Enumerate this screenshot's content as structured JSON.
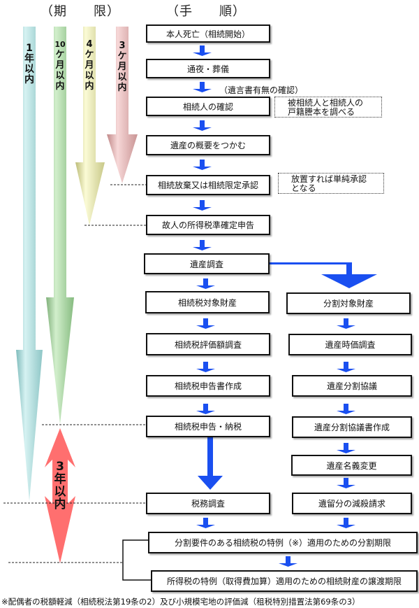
{
  "headers": {
    "period": "（期　　限）",
    "procedure": "（手　　順）"
  },
  "deadlines": [
    {
      "id": "1year",
      "label": [
        "1",
        "年",
        "以",
        "内"
      ],
      "color": "#a9dcdc"
    },
    {
      "id": "10months",
      "label": [
        "10",
        "ケ",
        "月",
        "以",
        "内"
      ],
      "color": "#a8d8a0"
    },
    {
      "id": "4months",
      "label": [
        "4",
        "ケ",
        "月",
        "以",
        "内"
      ],
      "color": "#e6e6a8"
    },
    {
      "id": "3months",
      "label": [
        "3",
        "ケ",
        "月",
        "以",
        "内"
      ],
      "color": "#e6b0b0"
    },
    {
      "id": "3years",
      "label": [
        "3",
        "年",
        "以",
        "内"
      ],
      "color": "#ff6666"
    }
  ],
  "steps": {
    "death": "本人死亡（相続開始）",
    "wake_funeral": "通夜・葬儀",
    "will_check_note": "（遺言書有無の確認）",
    "heir_check": "相続人の確認",
    "heir_check_note": [
      "被相続人と相続人の",
      "戸籍謄本を調べる"
    ],
    "estate_overview": "遺産の概要をつかむ",
    "renounce": "相続放棄又は相続限定承認",
    "renounce_note": [
      "放置すれば単純承認",
      "となる"
    ],
    "income_tax_return": "故人の所得税準確定申告",
    "estate_survey": "遺産調査",
    "taxable_property": "相続税対象財産",
    "valuation_survey": "相続税評価額調査",
    "return_preparation": "相続税申告書作成",
    "filing_payment": "相続税申告・納税",
    "tax_audit": "税務調査",
    "division_property": "分割対象財産",
    "market_value_survey": "遺産時価調査",
    "division_negotiation": "遺産分割協議",
    "division_agreement": "遺産分割協議書作成",
    "title_transfer": "遺産名義変更",
    "reserved_portion_claim": "遺留分の減殺請求",
    "division_deadline": "分割要件のある相続税の特例（※）適用のための分割期限",
    "transfer_deadline": "所得税の特例（取得費加算）適用のための相続財産の譲渡期限"
  },
  "footnote": "※配偶者の税額軽減（相続税法第19条の2）及び小規模宅地の評価減（租税特別措置法第69条の3）",
  "colors": {
    "flow_arrow": "#1a4ff0"
  }
}
